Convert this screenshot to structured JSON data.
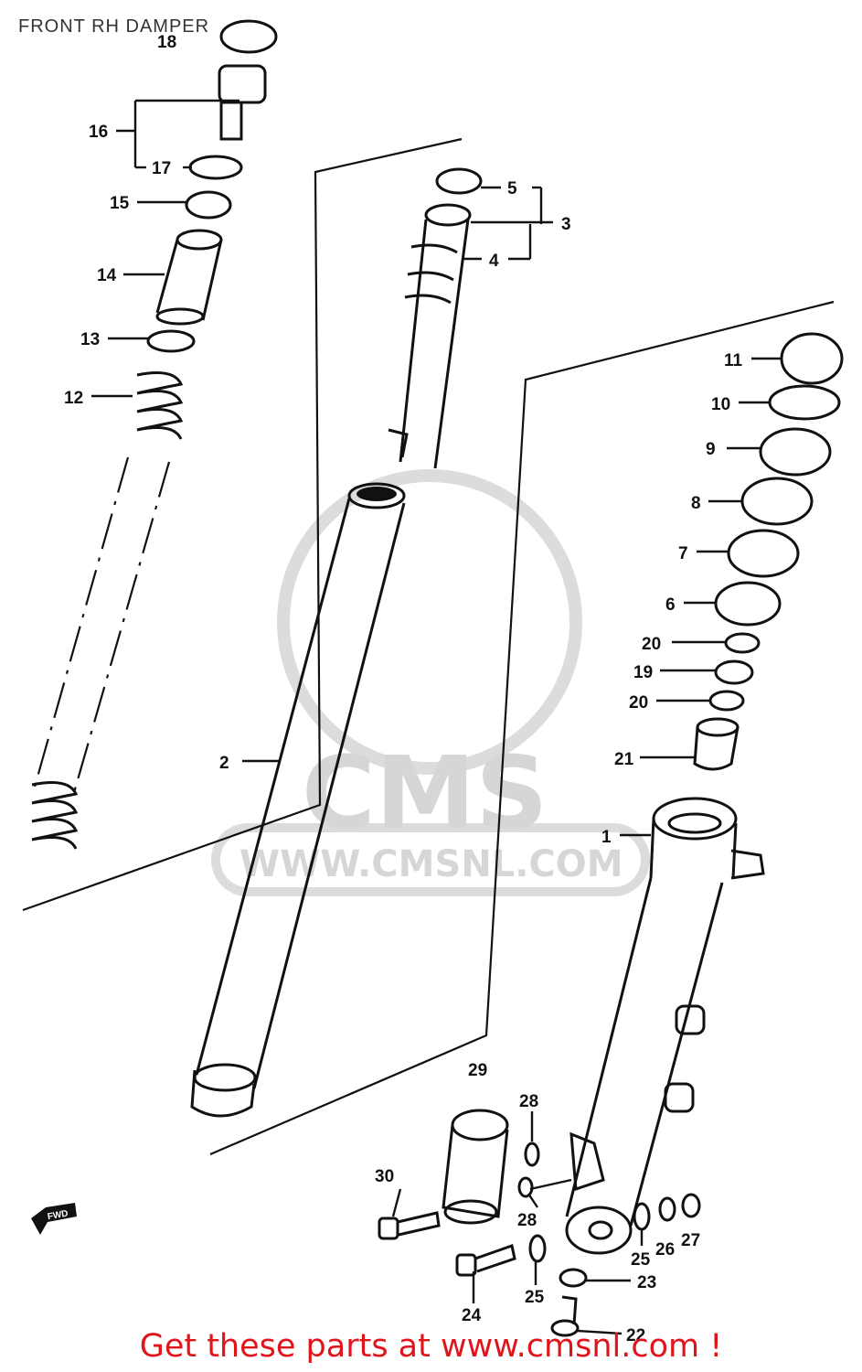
{
  "title": "FRONT RH DAMPER",
  "footer": "Get these parts at www.cmsnl.com !",
  "watermark": {
    "logo_text": "CMS",
    "url_text": "WWW.CMSNL.COM"
  },
  "fwd_label": "FWD",
  "callouts": {
    "c1": "1",
    "c2": "2",
    "c3": "3",
    "c4": "4",
    "c5": "5",
    "c6": "6",
    "c7": "7",
    "c8": "8",
    "c9": "9",
    "c10": "10",
    "c11": "11",
    "c12": "12",
    "c13": "13",
    "c14": "14",
    "c15": "15",
    "c16": "16",
    "c17": "17",
    "c18": "18",
    "c19": "19",
    "c20a": "20",
    "c20b": "20",
    "c21": "21",
    "c22": "22",
    "c23": "23",
    "c24": "24",
    "c25a": "25",
    "c25b": "25",
    "c26": "26",
    "c27": "27",
    "c28a": "28",
    "c28b": "28",
    "c29": "29",
    "c30": "30"
  },
  "colors": {
    "footer_text": "#e0141a",
    "line_art": "#111111",
    "watermark": "#d8d8d8"
  }
}
